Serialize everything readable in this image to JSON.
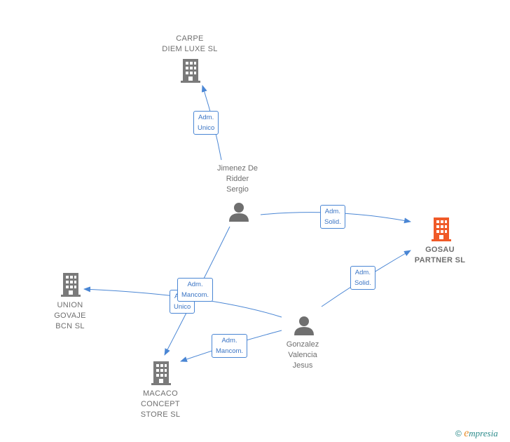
{
  "nodes": {
    "carpe": {
      "label_line1": "CARPE",
      "label_line2": "DIEM LUXE  SL",
      "type": "company"
    },
    "jimenez": {
      "label_line1": "Jimenez De",
      "label_line2": "Ridder",
      "label_line3": "Sergio",
      "type": "person"
    },
    "gosau": {
      "label_line1": "GOSAU",
      "label_line2": "PARTNER  SL",
      "type": "company",
      "focus": true
    },
    "union": {
      "label_line1": "UNION",
      "label_line2": "GOVAJE",
      "label_line3": "BCN SL",
      "type": "company"
    },
    "gonzalez": {
      "label_line1": "Gonzalez",
      "label_line2": "Valencia",
      "label_line3": "Jesus",
      "type": "person"
    },
    "macaco": {
      "label_line1": "MACACO",
      "label_line2": "CONCEPT",
      "label_line3": "STORE  SL",
      "type": "company"
    }
  },
  "edges": {
    "jimenez_carpe": {
      "line1": "Adm.",
      "line2": "Unico"
    },
    "jimenez_gosau": {
      "line1": "Adm.",
      "line2": "Solid."
    },
    "gonzalez_gosau": {
      "line1": "Adm.",
      "line2": "Solid."
    },
    "jimenez_macaco": {
      "line1": "Adm.",
      "line2": "Unico"
    },
    "gonzalez_union": {
      "line1": "Adm.",
      "line2": "Mancom."
    },
    "gonzalez_macaco": {
      "line1": "Adm.",
      "line2": "Mancom."
    }
  },
  "colors": {
    "company_icon": "#7a7a7a",
    "focus_icon": "#f05a28",
    "person_icon": "#6f6f6f",
    "edge": "#4a86d4"
  },
  "footer": {
    "copyright": "©",
    "brand_initial": "e",
    "brand_rest": "mpresia"
  }
}
